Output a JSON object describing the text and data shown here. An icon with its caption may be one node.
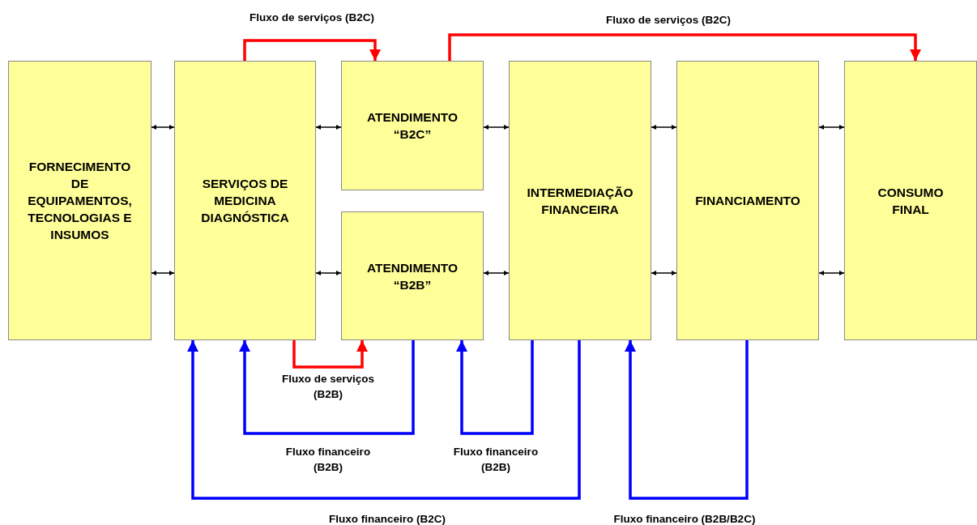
{
  "diagram": {
    "nodes": [
      {
        "text": [
          "FORNECIMENTO DE EQUIPAMENTOS, TECNOLOGIAS E INSUMOS"
        ]
      },
      {
        "text": [
          "SERVIÇOS DE MEDICINA DIAGNÓSTICA"
        ]
      },
      {
        "text": [
          "ATENDIMENTO “B2C”"
        ]
      },
      {
        "text": [
          "ATENDIMENTO “B2B”"
        ]
      },
      {
        "text": [
          "INTERMEDIAÇÃO FINANCEIRA"
        ]
      },
      {
        "text": [
          "FINANCIAMENTO"
        ]
      },
      {
        "text": [
          "CONSUMO FINAL"
        ]
      }
    ],
    "edges": [
      {
        "from": 0,
        "to": 1,
        "arrow": "both"
      },
      {
        "from": 0,
        "to": 1,
        "arrow": "both"
      },
      {
        "from": 1,
        "to": 2,
        "arrow": "both"
      },
      {
        "from": 1,
        "to": 3,
        "arrow": "both"
      },
      {
        "from": 2,
        "to": 4,
        "arrow": "both"
      },
      {
        "from": 3,
        "to": 4,
        "arrow": "both"
      },
      {
        "from": 4,
        "to": 5,
        "arrow": "both"
      },
      {
        "from": 4,
        "to": 5,
        "arrow": "both"
      },
      {
        "from": 5,
        "to": 6,
        "arrow": "both"
      },
      {
        "from": 5,
        "to": 6,
        "arrow": "both"
      },
      {
        "from": 1,
        "to": 2,
        "arrow": "to",
        "label": "Fluxo de serviços (B2C)",
        "style": "thick",
        "color": "#ff0000"
      },
      {
        "from": 2,
        "to": 6,
        "arrow": "to",
        "label": "Fluxo de serviços (B2C)",
        "style": "thick",
        "color": "#ff0000"
      },
      {
        "from": 1,
        "to": 3,
        "arrow": "to",
        "label": "Fluxo de serviços (B2B)",
        "style": "thick",
        "color": "#ff0000"
      },
      {
        "from": 3,
        "to": 1,
        "arrow": "to",
        "label": "Fluxo financeiro (B2B)",
        "style": "thick",
        "color": "#0000ff"
      },
      {
        "from": 4,
        "to": 3,
        "arrow": "to",
        "label": "Fluxo financeiro (B2B)",
        "style": "thick",
        "color": "#0000ff"
      },
      {
        "from": 4,
        "to": 1,
        "arrow": "to",
        "label": "Fluxo financeiro (B2C)",
        "style": "thick",
        "color": "#0000ff"
      },
      {
        "from": 5,
        "to": 4,
        "arrow": "to",
        "label": "Fluxo financeiro (B2B/B2C)",
        "style": "thick",
        "color": "#0000ff"
      }
    ]
  }
}
